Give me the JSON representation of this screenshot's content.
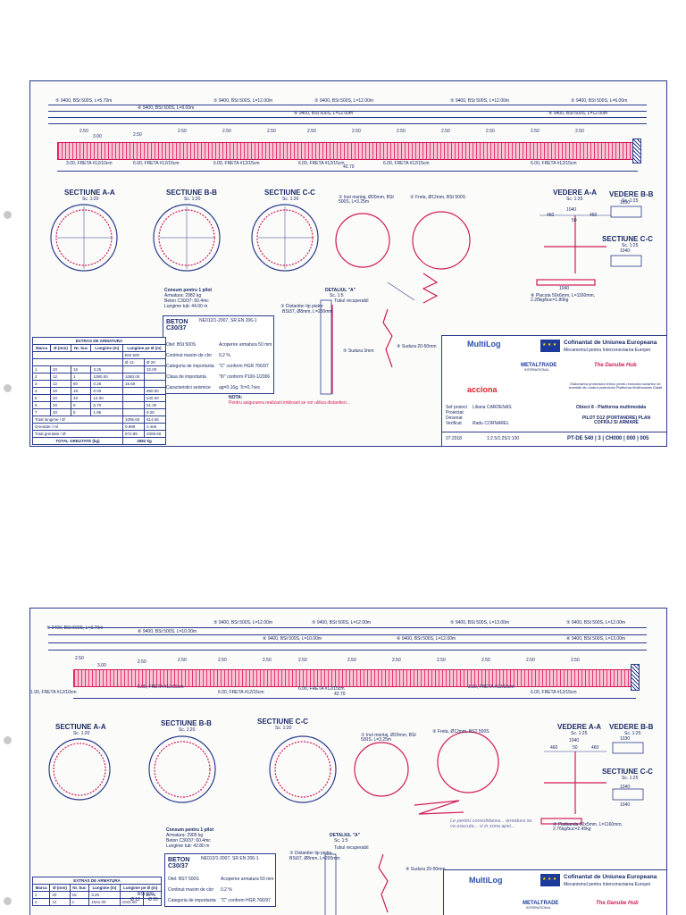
{
  "sheets": [
    {
      "rebar_labels": [
        "⑤ 9400, BSt 500S, L=5.70m",
        "⑤ 9400, BSt 500S, L=12.00m",
        "⑤ 9400, BSt 500S, L=12.00m",
        "⑤ 9400, BSt 500S, L=12.00m",
        "⑤ 9400, BSt 500S, L=6.00m",
        "⑥ 9400, BSt 500S, L=9.00m",
        "⑥ 9400, BSt 500S, L=12.00m",
        "⑥ 9400, BSt 500S, L=12.00m"
      ],
      "spacing_labels": [
        "2.50",
        "3.00",
        "2.50",
        "2.50",
        "2.50",
        "2.50",
        "2.50",
        "2.50",
        "2.50",
        "2.50",
        "2.50",
        "2.50",
        "2.50"
      ],
      "freta_labels": [
        "3.00, FRETA #12/10cm",
        "6.00, FRETA #12/15cm",
        "6.00, FRETA #12/15cm",
        "6.00, FRETA #12/15cm",
        "6.00, FRETA #12/15cm",
        "6.00, FRETA #12/15cm"
      ],
      "total_length": "42.70",
      "sections": [
        {
          "title": "SECTIUNE A-A",
          "scale": "Sc. 1:20"
        },
        {
          "title": "SECTIUNE B-B",
          "scale": "Sc. 1:20"
        },
        {
          "title": "SECTIUNE C-C",
          "scale": "Sc. 1:20"
        }
      ],
      "inel_label": "① Inel montaj, Ø20mm, BSt 500S, L=3.25m",
      "freta_detail": "② Freta, Ø12mm, BSt 500S",
      "views": [
        {
          "title": "VEDERE A-A",
          "scale": "Sc. 1:25"
        },
        {
          "title": "VEDERE B-B",
          "scale": "Sc. 1:25"
        },
        {
          "title": "SECTIUNE C-C",
          "scale": "Sc. 1:25"
        }
      ],
      "view_dims": [
        "1040",
        "460",
        "50",
        "460",
        "1030",
        "1040",
        "1040"
      ],
      "plate_label": "⑧ Placuta 50x6mm, L=1160mm, 2.28kg/buc=1.80kg",
      "table": {
        "title": "EXTRAS DE ARMATURA",
        "headers": [
          "Marca",
          "Ø (mm)",
          "Nr. buc",
          "Lungime (m)",
          "Lungime pe Ø (m)"
        ],
        "subheaders": [
          "BSt 500",
          "Ø 12",
          "Ø 20"
        ],
        "rows": [
          [
            "1",
            "20",
            "15",
            "3.25",
            "",
            "32.00"
          ],
          [
            "2",
            "12",
            "1",
            "1080.00",
            "1080.00",
            ""
          ],
          [
            "3",
            "12",
            "60",
            "0.26",
            "15.60",
            ""
          ],
          [
            "4",
            "20",
            "18",
            "0.00",
            "",
            "660.00"
          ],
          [
            "5",
            "20",
            "45",
            "12.00",
            "",
            "540.00"
          ],
          [
            "6",
            "20",
            "9",
            "5.70",
            "",
            "51.30"
          ],
          [
            "7",
            "20",
            "5",
            "1.85",
            "",
            "9.25"
          ]
        ],
        "total_length_label": "Total lungime / Ø",
        "total_length": [
          "1095.60",
          "814.55"
        ],
        "weight_label": "Greutate / ml",
        "weight_per_m": [
          "0.888",
          "2.466"
        ],
        "total_weight_label": "Total greutate / Ø",
        "total_weight": [
          "972.89",
          "2008.60"
        ],
        "grand_label": "TOTAL GREUTATE (kg)",
        "grand_total": "2982 kg"
      },
      "beton": {
        "label": "BETON C30/37",
        "standard": "NE012/1-2007, SR EN 206-1",
        "rows": [
          [
            "Otel: BSt 500S",
            "Acoperire armatura 50 mm"
          ],
          [
            "Continut maxim de clor",
            "0,2 %"
          ],
          [
            "Categoria de importanta",
            "\"C\" conform HGR 766/97"
          ],
          [
            "Clasa de importanta",
            "\"III\" conform P100-1/2006"
          ],
          [
            "Caracteristici seismice",
            "ag=0.16g, Tc=0.7sec"
          ]
        ]
      },
      "consum": [
        "Consum pentru 1 pilot",
        "Armatura: 2982 kg",
        "Beton C30/37: 60.4mc",
        "Lungime tub: 44.00 m"
      ],
      "note_title": "NOTA:",
      "note_text": "Pentru asigurarea realizarii imbinarii se vor utiliza distantieri...",
      "detail_labels": [
        "DETALIUL \"A\"",
        "Sc. 1:5",
        "Tubul recuperabil",
        "③ Distantier tip pietre",
        "BSt37, Ø8mm, L=200mm",
        "④ Sudura 20-50mm",
        "⑤ Sudura 3mm"
      ],
      "title_block": {
        "multilog": "MultiLog",
        "cofinantat": "Cofinantat de Uniunea Europeana",
        "mecanism": "Mecanismul pentru Interconectarea Europei",
        "metaltrade": "METALTRADE",
        "metaltrade_sub": "INTERNATIONAL",
        "danube": "The Danube Hub",
        "acciona": "acciona",
        "project": "Elaborarea proiectului tehnic pentru executia lucrarilor de investitii din cadrul proiectului Platforma Multimodala Galati",
        "object": "Obiect 8 - Platforma multimodala",
        "drawing": "PILOT D12 (PORTANDRE) PLAN COFRAJ SI ARMARE",
        "date": "07.2018",
        "scale": "1:2.5/1:25/1:100",
        "code": "PT-DE 540 | 3 | CH000 | 000 | 005",
        "roles": [
          "Sef proiect",
          "Proiectat",
          "Desenat",
          "Verificat"
        ],
        "names": [
          "Liliana CARDENAS",
          "Radu CORNAREL"
        ]
      }
    },
    {
      "rebar_labels": [
        "⑤ 9400, BSt 500S, L=3.70m",
        "⑤ 9400, BSt 500S, L=12.00m",
        "⑤ 9400, BSt 500S, L=12.00m",
        "⑤ 9400, BSt 500S, L=13.00m",
        "⑤ 9400, BSt 500S, L=12.00m",
        "⑥ 9400, BSt 500S, L=10.00m",
        "⑥ 9400, BSt 500S, L=10.00m",
        "⑥ 9400, BSt 500S, L=12.00m",
        "⑥ 9400, BSt 500S, L=13.00m"
      ],
      "spacing_labels": [
        "2.50",
        "3.00",
        "2.50",
        "2.50",
        "2.50",
        "2.50",
        "2.50",
        "2.50",
        "2.50",
        "2.50",
        "2.50",
        "2.50",
        "2.50"
      ],
      "freta_labels": [
        "1.90, FRETA #12/10cm",
        "6.00, FRETA #12/15cm",
        "6.00, FRETA #12/15cm",
        "6.00, FRETA #12/15cm",
        "3.30, FRETA #12/10cm",
        "6.00, FRETA #12/15cm"
      ],
      "total_length": "42.70",
      "sections": [
        {
          "title": "SECTIUNE A-A",
          "scale": "Sc. 1:20"
        },
        {
          "title": "SECTIUNE B-B",
          "scale": "Sc. 1:20"
        },
        {
          "title": "SECTIUNE C-C",
          "scale": "Sc. 1:20"
        }
      ],
      "inel_label": "① Inel montaj, Ø20mm, BSt 500S, L=3.25m",
      "freta_detail": "② Freta, Ø12mm, BST 500S",
      "views": [
        {
          "title": "VEDERE A-A",
          "scale": "Sc. 1:25"
        },
        {
          "title": "VEDERE B-B",
          "scale": "Sc. 1:25"
        },
        {
          "title": "SECTIUNE C-C",
          "scale": "Sc. 1:25"
        }
      ],
      "view_dims": [
        "1040",
        "460",
        "50",
        "460",
        "1030",
        "1040",
        "1040"
      ],
      "plate_label": "⑧ Platbanda 50x5mm, L=1160mm, 2.76kg/buc=2.45kg",
      "table": {
        "title": "EXTRAS DE ARMATURA",
        "headers": [
          "Marca",
          "Ø (mm)",
          "Nr. buc",
          "Lungime (m)",
          "Lungime pe Ø (m)"
        ],
        "subheaders": [
          "BSt 500",
          "Ø 12",
          "Ø 20"
        ],
        "rows": [
          [
            "1",
            "20",
            "15",
            "3.25",
            "",
            "48.75"
          ],
          [
            "2",
            "12",
            "1",
            "1041.00",
            "1041.00",
            ""
          ]
        ]
      },
      "beton": {
        "label": "BETON C30/37",
        "standard": "NE012/1-2007, SR EN 206-1",
        "rows": [
          [
            "Otel: BST 500S",
            "Acoperire armatura 50 mm"
          ],
          [
            "Continut maxim de clor",
            "0,2 %"
          ],
          [
            "Categoria de importanta",
            "\"C\" conform HGR 766/97"
          ]
        ]
      },
      "consum": [
        "Consum pentru 1 pilot",
        "Armatura: 2905 kg",
        "Beton C30/37: 60.4mc",
        "Lungime tub: 42.80 m"
      ],
      "detail_labels": [
        "DETALIUL \"A\"",
        "Sc. 1:5",
        "Tubul recuperabil",
        "③ Distantier tip pietre",
        "BSt37, Ø8mm, L=200mm",
        "④ Sudura 20-50mm"
      ],
      "handwritten": "Le pentru consolidarea... armatura se va executa... si in zona apei...",
      "title_block": {
        "multilog": "MultiLog",
        "cofinantat": "Cofinantat de Uniunea Europeana",
        "mecanism": "Mecanismul pentru Interconectarea Europei",
        "metaltrade": "METALTRADE",
        "metaltrade_sub": "INTERNATIONAL",
        "danube": "The Danube Hub"
      }
    }
  ],
  "colors": {
    "ink": "#1a2a66",
    "rebar": "#d01a5a",
    "hatch": "#f7c6d6",
    "paper": "#fbfbf9"
  }
}
